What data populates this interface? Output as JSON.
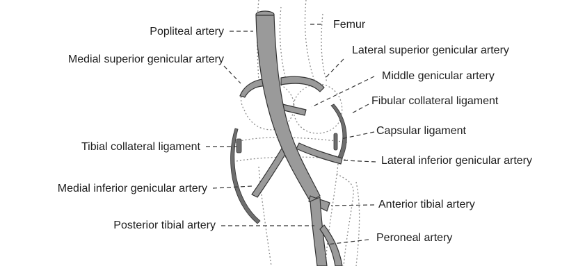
{
  "labels": {
    "popliteal_artery": "Popliteal artery",
    "femur": "Femur",
    "medial_superior_genicular_artery": "Medial superior genicular artery",
    "lateral_superior_genicular_artery": "Lateral superior genicular artery",
    "middle_genicular_artery": "Middle genicular artery",
    "fibular_collateral_ligament": "Fibular collateral ligament",
    "capsular_ligament": "Capsular ligament",
    "tibial_collateral_ligament": "Tibial collateral ligament",
    "lateral_inferior_genicular_artery": "Lateral inferior genicular artery",
    "medial_inferior_genicular_artery": "Medial inferior genicular artery",
    "anterior_tibial_artery": "Anterior tibial artery",
    "posterior_tibial_artery": "Posterior tibial artery",
    "peroneal_artery": "Peroneal artery"
  },
  "colors": {
    "artery": "#9a9a9a",
    "artery_outline": "#333333",
    "ligament": "#6e6e6e",
    "bone_outline": "#8c8c8c",
    "leader": "#333333",
    "text": "#1d1d1d"
  }
}
